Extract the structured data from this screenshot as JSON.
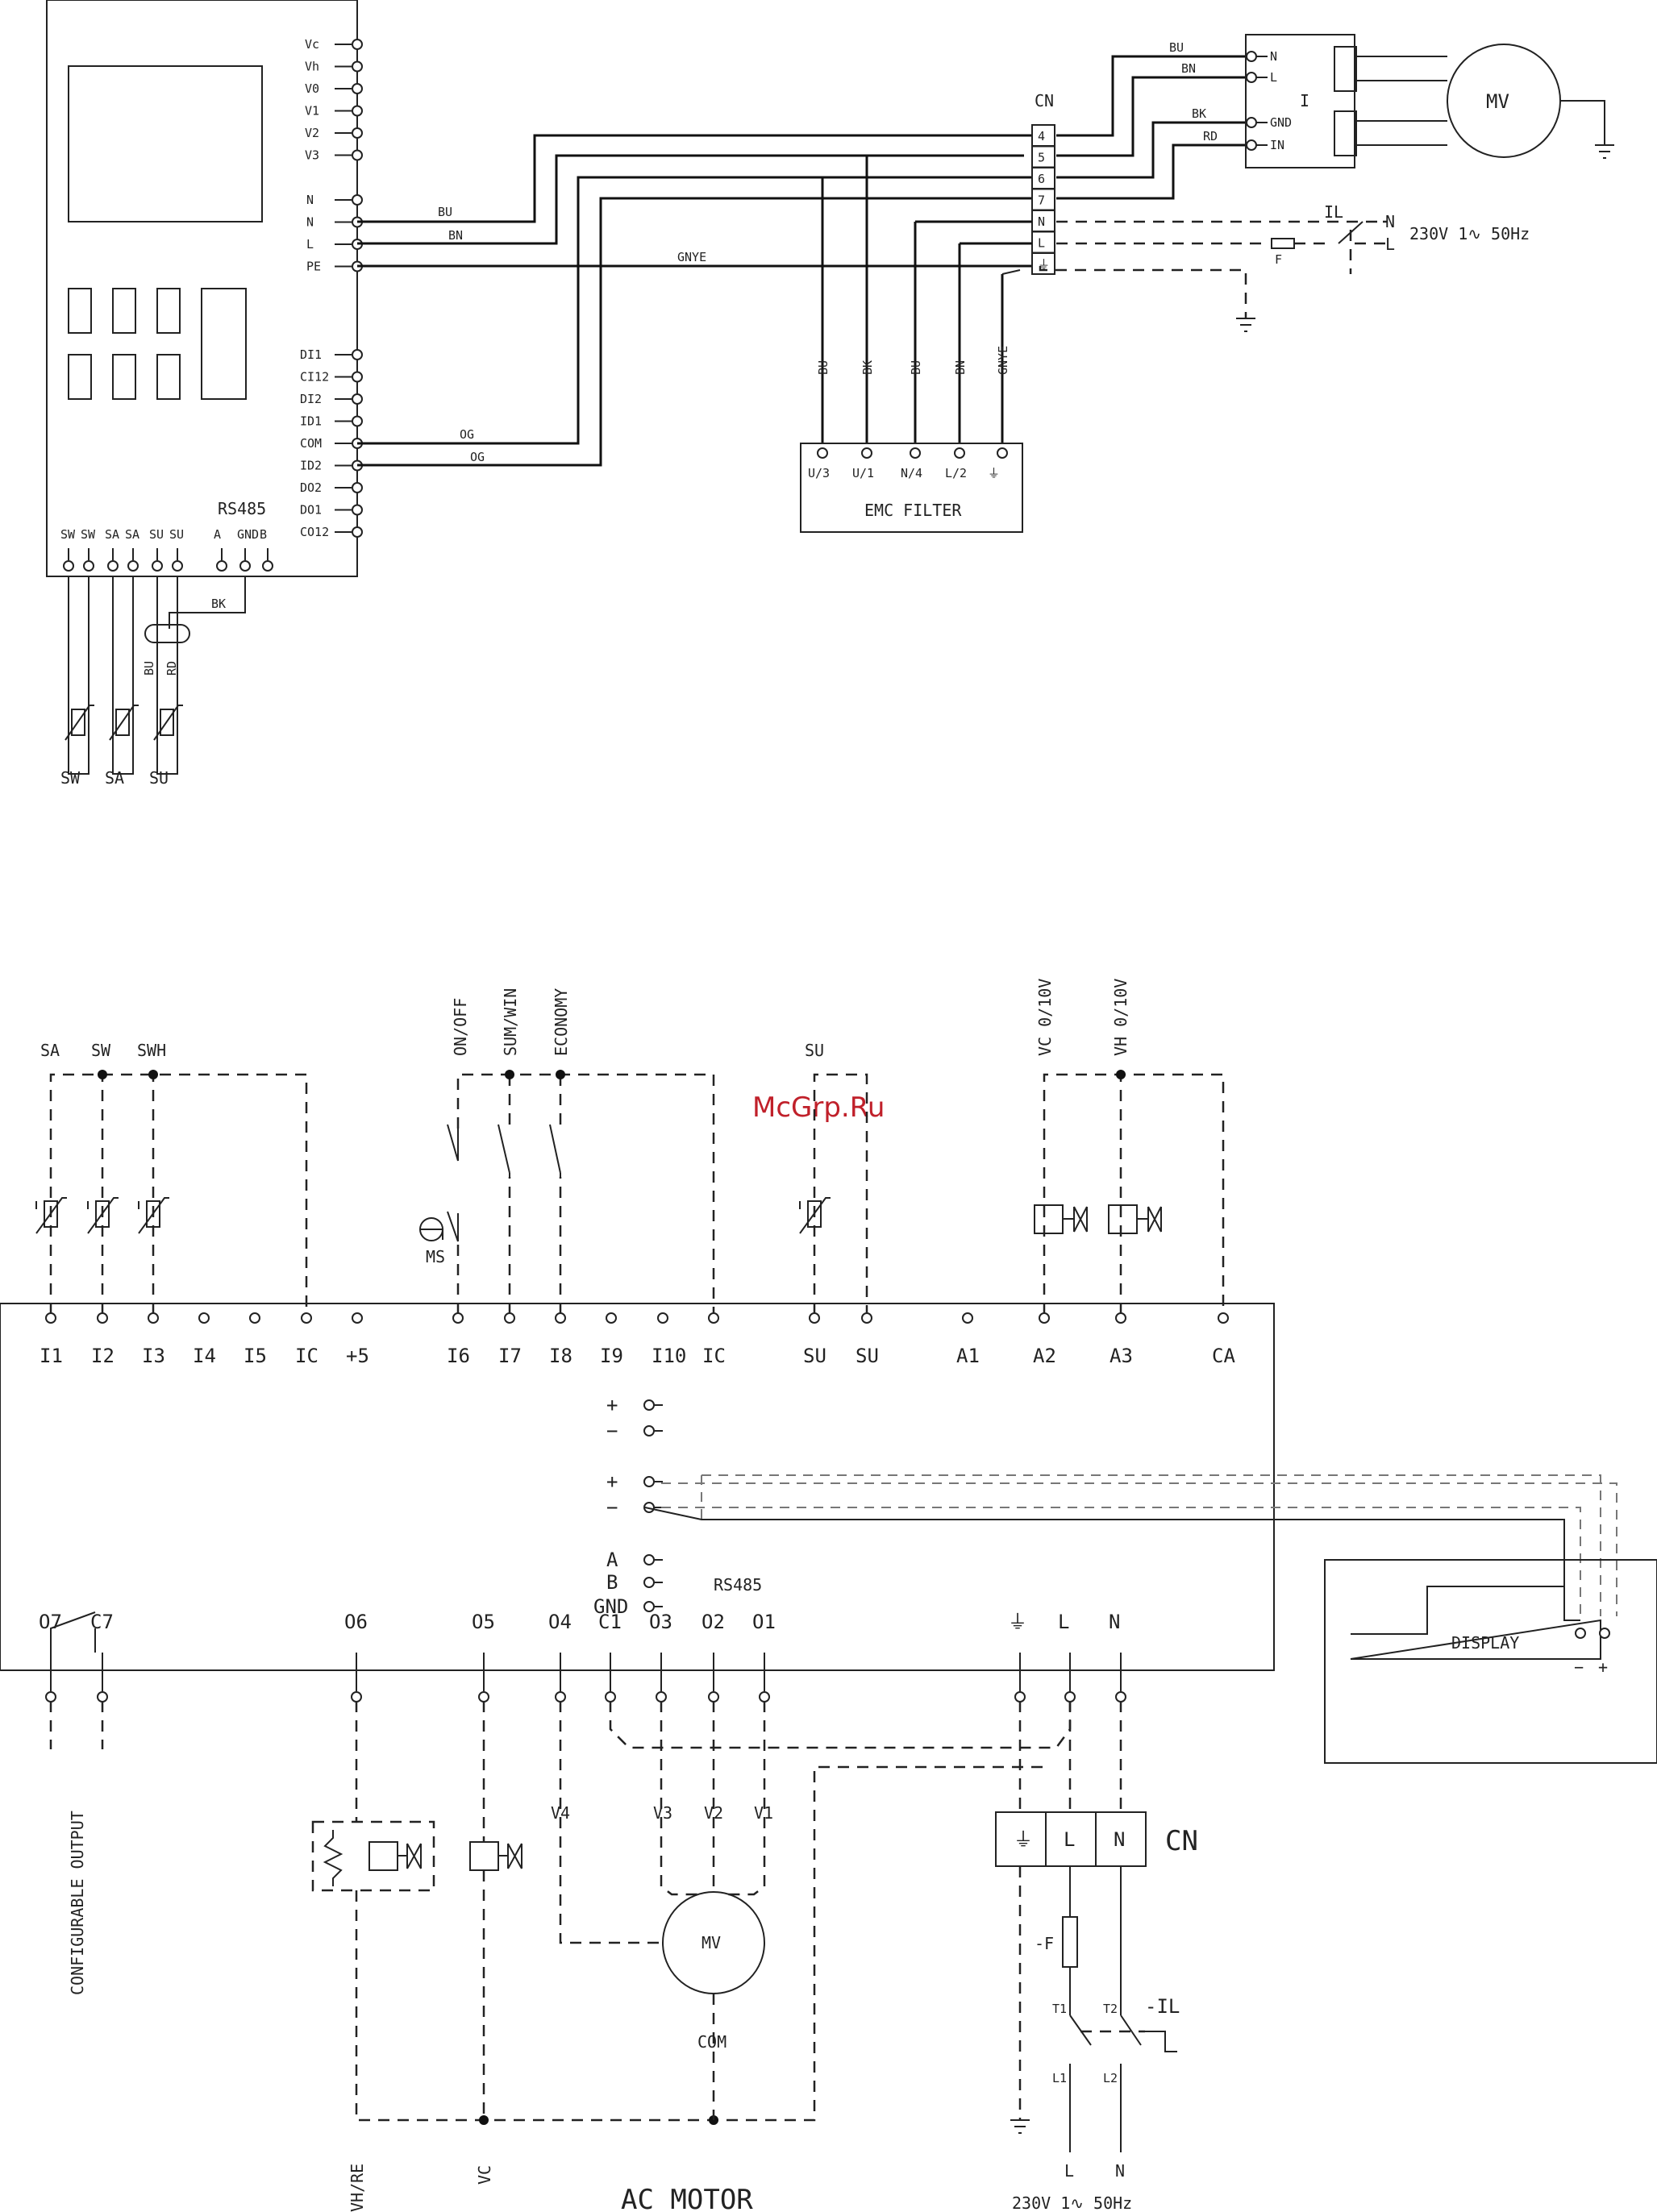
{
  "watermark": "McGrp.Ru",
  "top": {
    "controller_outputs": [
      "Vc",
      "Vh",
      "V0",
      "V1",
      "V2",
      "V3"
    ],
    "power_terminals": [
      "N",
      "N",
      "L",
      "PE"
    ],
    "io_terminals": [
      "DI1",
      "CI12",
      "DI2",
      "ID1",
      "COM",
      "ID2",
      "DO2",
      "DO1",
      "CO12"
    ],
    "rs485_label": "RS485",
    "bottom_terminals": [
      "SW",
      "SW",
      "SA",
      "SA",
      "SU",
      "SU",
      "A",
      "GND",
      "B"
    ],
    "wire_labels": {
      "bu": "BU",
      "bn": "BN",
      "gnye": "GNYE",
      "og1": "OG",
      "og2": "OG",
      "bk": "BK",
      "rd": "RD"
    },
    "sensor_wire_labels": {
      "bk": "BK",
      "bu": "BU",
      "rd": "RD"
    },
    "sensors": [
      "SW",
      "SA",
      "SU"
    ],
    "cn_label": "CN",
    "cn_terminals": [
      "4",
      "5",
      "6",
      "7",
      "N",
      "L",
      "⏚"
    ],
    "motor_wire_labels": {
      "bu": "BU",
      "bn": "BN",
      "bk": "BK",
      "rd": "RD"
    },
    "motor_module_terminals": [
      "N",
      "L",
      "GND",
      "IN"
    ],
    "motor_module_symbol": "I",
    "motor_label": "MV",
    "il_label": "IL",
    "f_label": "F",
    "mains_n": "N",
    "mains_l": "L",
    "mains_label": "230V  1∿  50Hz",
    "filter_wire_labels": [
      "BU",
      "BK",
      "BU",
      "BN",
      "GNYE"
    ],
    "filter_terminals": [
      "U/3",
      "U/1",
      "N/4",
      "L/2",
      "⏚"
    ],
    "filter_label": "EMC FILTER"
  },
  "bottom": {
    "input_labels": {
      "sa": "SA",
      "sw": "SW",
      "swh": "SWH",
      "onoff": "ON/OFF",
      "sumwin": "SUM/WIN",
      "economy": "ECONOMY",
      "su": "SU",
      "vc": "VC 0/10V",
      "vh": "VH 0/10V"
    },
    "ms_label": "MS",
    "top_terminals": [
      "I1",
      "I2",
      "I3",
      "I4",
      "I5",
      "IC",
      "+5",
      "I6",
      "I7",
      "I8",
      "I9",
      "I10",
      "IC",
      "SU",
      "SU",
      "A1",
      "A2",
      "A3",
      "CA"
    ],
    "mid_terminals": [
      "+",
      "−",
      "+",
      "−",
      "A",
      "B",
      "GND"
    ],
    "rs485_label": "RS485",
    "display_label": "DISPLAY",
    "display_minus": "−",
    "display_plus": "+",
    "bottom_terminals": [
      "O7",
      "C7",
      "O6",
      "O5",
      "O4",
      "C1",
      "O3",
      "O2",
      "O1",
      "⏚",
      "L",
      "N"
    ],
    "configurable_output": "CONFIGURABLE OUTPUT",
    "speed_labels": [
      "V4",
      "V3",
      "V2",
      "V1"
    ],
    "motor_label": "MV",
    "com_label": "COM",
    "cn_label": "CN",
    "cn_terminals": [
      "⏚",
      "L",
      "N"
    ],
    "f_label": "-F",
    "il_label": "-IL",
    "t1": "T1",
    "t2": "T2",
    "l1": "L1",
    "l2": "L2",
    "bottom_l": "L",
    "bottom_n": "N",
    "vhre_label": "VH/RE",
    "vc_label": "VC",
    "ac_motor_title": "AC MOTOR",
    "mains_label": "230V  1∿  50Hz"
  }
}
